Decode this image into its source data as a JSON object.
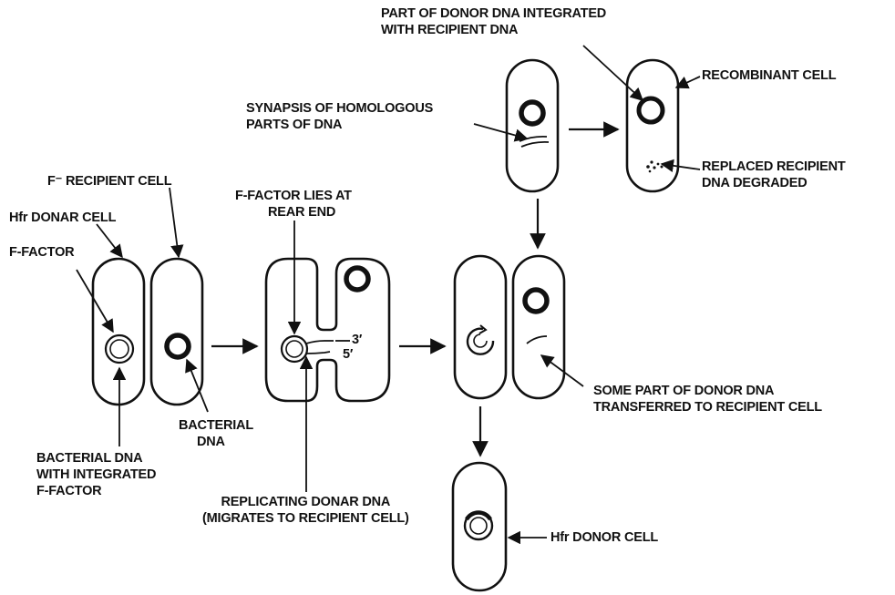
{
  "labels": {
    "donor_integrated": [
      "PART OF DONOR DNA INTEGRATED",
      "WITH RECIPIENT DNA"
    ],
    "recombinant_cell": "RECOMBINANT CELL",
    "synapsis": [
      "SYNAPSIS OF HOMOLOGOUS",
      "PARTS OF DNA"
    ],
    "replaced_degraded": [
      "REPLACED RECIPIENT",
      "DNA DEGRADED"
    ],
    "f_minus_recipient": "F⁻ RECIPIENT CELL",
    "f_factor_rear": [
      "F-FACTOR LIES AT",
      "REAR END"
    ],
    "hfr_donar_cell": "Hfr DONAR CELL",
    "f_factor": "F-FACTOR",
    "strand_3": "3′",
    "strand_5": "5′",
    "some_part_transferred": [
      "SOME PART OF DONOR DNA",
      "TRANSFERRED TO RECIPIENT CELL"
    ],
    "bacterial_dna": [
      "BACTERIAL",
      "DNA"
    ],
    "bacterial_dna_integrated": [
      "BACTERIAL DNA",
      "WITH INTEGRATED",
      "F-FACTOR"
    ],
    "replicating_donar": [
      "REPLICATING DONAR DNA",
      "(MIGRATES TO RECIPIENT CELL)"
    ],
    "hfr_donor_cell": "Hfr DONOR CELL"
  },
  "colors": {
    "ink": "#111111",
    "background": "#ffffff"
  }
}
